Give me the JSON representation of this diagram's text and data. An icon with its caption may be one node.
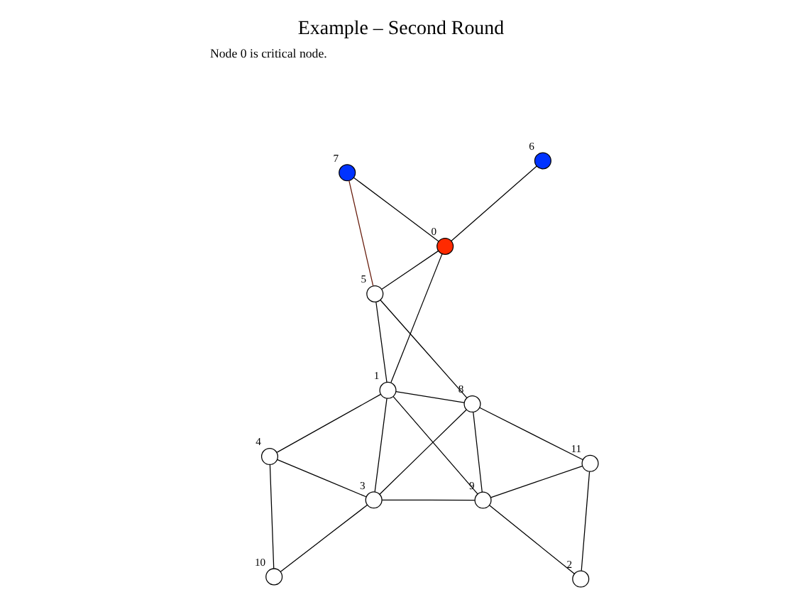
{
  "diagram": {
    "title": "Example – Second Round",
    "caption": "Node 0 is critical node.",
    "nodes": [
      {
        "text": [],
        "shape": "circle",
        "beside": [
          "0"
        ]
      },
      {
        "text": [],
        "shape": "circle",
        "beside": [
          "1"
        ]
      },
      {
        "text": [],
        "shape": "circle",
        "beside": [
          "2"
        ]
      },
      {
        "text": [],
        "shape": "circle",
        "beside": [
          "3"
        ]
      },
      {
        "text": [],
        "shape": "circle",
        "beside": [
          "4"
        ]
      },
      {
        "text": [],
        "shape": "circle",
        "beside": [
          "5"
        ]
      },
      {
        "text": [],
        "shape": "circle",
        "beside": [
          "6"
        ]
      },
      {
        "text": [],
        "shape": "circle",
        "beside": [
          "7"
        ]
      },
      {
        "text": [],
        "shape": "circle",
        "beside": [
          "8"
        ]
      },
      {
        "text": [],
        "shape": "circle",
        "beside": [
          "9"
        ]
      },
      {
        "text": [],
        "shape": "circle",
        "beside": [
          "10"
        ]
      },
      {
        "text": [],
        "shape": "circle",
        "beside": [
          "11"
        ]
      }
    ],
    "edges": [
      {
        "from": 6,
        "to": 0,
        "arrow": "none"
      },
      {
        "from": 0,
        "to": 1,
        "arrow": "none"
      },
      {
        "from": 0,
        "to": 5,
        "arrow": "none"
      },
      {
        "from": 0,
        "to": 7,
        "arrow": "none"
      },
      {
        "from": 7,
        "to": 5,
        "arrow": "none",
        "color": "#661a0a"
      },
      {
        "from": 5,
        "to": 1,
        "arrow": "none"
      },
      {
        "from": 5,
        "to": 8,
        "arrow": "none"
      },
      {
        "from": 1,
        "to": 8,
        "arrow": "none"
      },
      {
        "from": 1,
        "to": 9,
        "arrow": "none"
      },
      {
        "from": 3,
        "to": 1,
        "arrow": "none"
      },
      {
        "from": 4,
        "to": 3,
        "arrow": "none"
      },
      {
        "from": 4,
        "to": 10,
        "arrow": "none"
      },
      {
        "from": 10,
        "to": 3,
        "arrow": "none"
      },
      {
        "from": 4,
        "to": 1,
        "arrow": "none"
      },
      {
        "from": 3,
        "to": 8,
        "arrow": "none"
      },
      {
        "from": 3,
        "to": 9,
        "arrow": "none"
      },
      {
        "from": 8,
        "to": 9,
        "arrow": "none"
      },
      {
        "from": 9,
        "to": 2,
        "arrow": "none"
      },
      {
        "from": 2,
        "to": 11,
        "arrow": "none"
      },
      {
        "from": 9,
        "to": 11,
        "arrow": "none"
      },
      {
        "from": 8,
        "to": 11,
        "arrow": "none"
      }
    ]
  }
}
